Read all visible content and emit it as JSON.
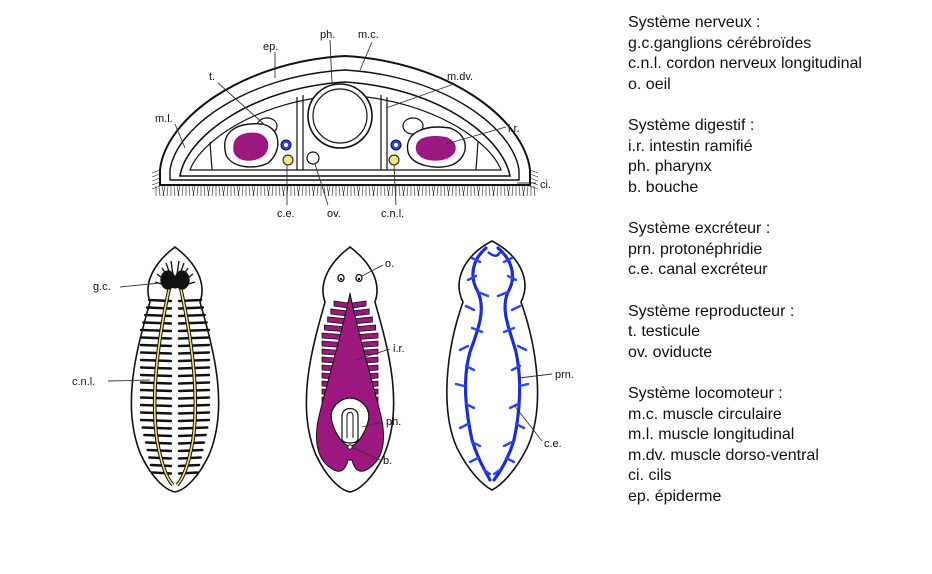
{
  "colors": {
    "magenta": "#9c177e",
    "blue": "#2a44ff",
    "yellow": "#f2e27a",
    "ink": "#111111"
  },
  "labels": {
    "ep": "ep.",
    "ph_top": "ph.",
    "mc": "m.c.",
    "t": "t.",
    "mdv": "m.dv.",
    "ml": "m.l.",
    "ir_top": "i.r.",
    "ci": "ci.",
    "ce_top": "c.e.",
    "ov": "ov.",
    "cnl_top": "c.n.l.",
    "gc": "g.c.",
    "cnl_left": "c.n.l.",
    "o": "o.",
    "ir_mid": "i.r.",
    "ph_mid": "ph.",
    "b": "b.",
    "prn": "prn.",
    "ce_right": "c.e."
  },
  "legend": [
    {
      "title": "Système nerveux :",
      "items": [
        "g.c.ganglions cérébroïdes",
        "c.n.l. cordon nerveux longitudinal",
        "o. oeil"
      ]
    },
    {
      "title": "Système digestif :",
      "items": [
        "i.r. intestin ramifié",
        "ph. pharynx",
        "b. bouche"
      ]
    },
    {
      "title": "Système excréteur :",
      "items": [
        "prn. protonéphridie",
        "c.e. canal excréteur"
      ]
    },
    {
      "title": "Système reproducteur :",
      "items": [
        "t. testicule",
        "ov. oviducte"
      ]
    },
    {
      "title": "Système locomoteur :",
      "items": [
        "m.c. muscle circulaire",
        "m.l. muscle longitudinal",
        "m.dv. muscle dorso-ventral",
        "ci. cils",
        "ep. épiderme"
      ]
    }
  ]
}
